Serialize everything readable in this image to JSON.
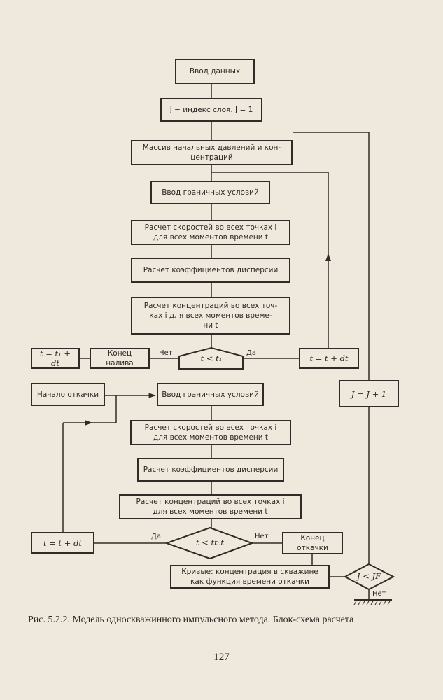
{
  "blocks": {
    "input_data": "Ввод данных",
    "layer_index": "J − индекс слоя. J = 1",
    "initial_array": "Массив начальных давлений и кон-\nцентраций",
    "boundary_1": "Ввод граничных условий",
    "velocity_1": "Расчет скоростей во всех точках i\nдля всех моментов времени t",
    "dispersion_1": "Расчет коэффициентов дисперсии",
    "concentration_1": "Расчет концентраций во всех точ-\nках i для всех моментов време-\nни t",
    "t_t1_dt": "t = t₁ + dt",
    "end_filling": "Конец налива",
    "t_t_dt_right": "t = t + dt",
    "j_increment": "J = J + 1",
    "start_pumping": "Начало откачки",
    "boundary_2": "Ввод граничных условий",
    "velocity_2": "Расчет скоростей во всех точках i\nдля всех моментов времени t",
    "dispersion_2": "Расчет коэффициентов дисперсии",
    "concentration_2": "Расчет концентраций во всех точках i\nдля всех моментов времени t",
    "t_t_dt_left": "t = t + dt",
    "end_pumping": "Конец\nоткачки",
    "curves": "Кривые: концентрация в скважине\nкак функция времени откачки"
  },
  "decisions": {
    "d1": "t < t₁",
    "d2": "t < tt₀t",
    "d3": "J < JF"
  },
  "labels": {
    "d1_no": "Нет",
    "d1_yes": "Да",
    "d2_yes": "Да",
    "d2_no": "Нет",
    "d3_no": "Нет"
  },
  "caption": "Рис. 5.2.2. Модель односкважинного импульсного метода. Блок-схема расчета",
  "page_number": "127"
}
